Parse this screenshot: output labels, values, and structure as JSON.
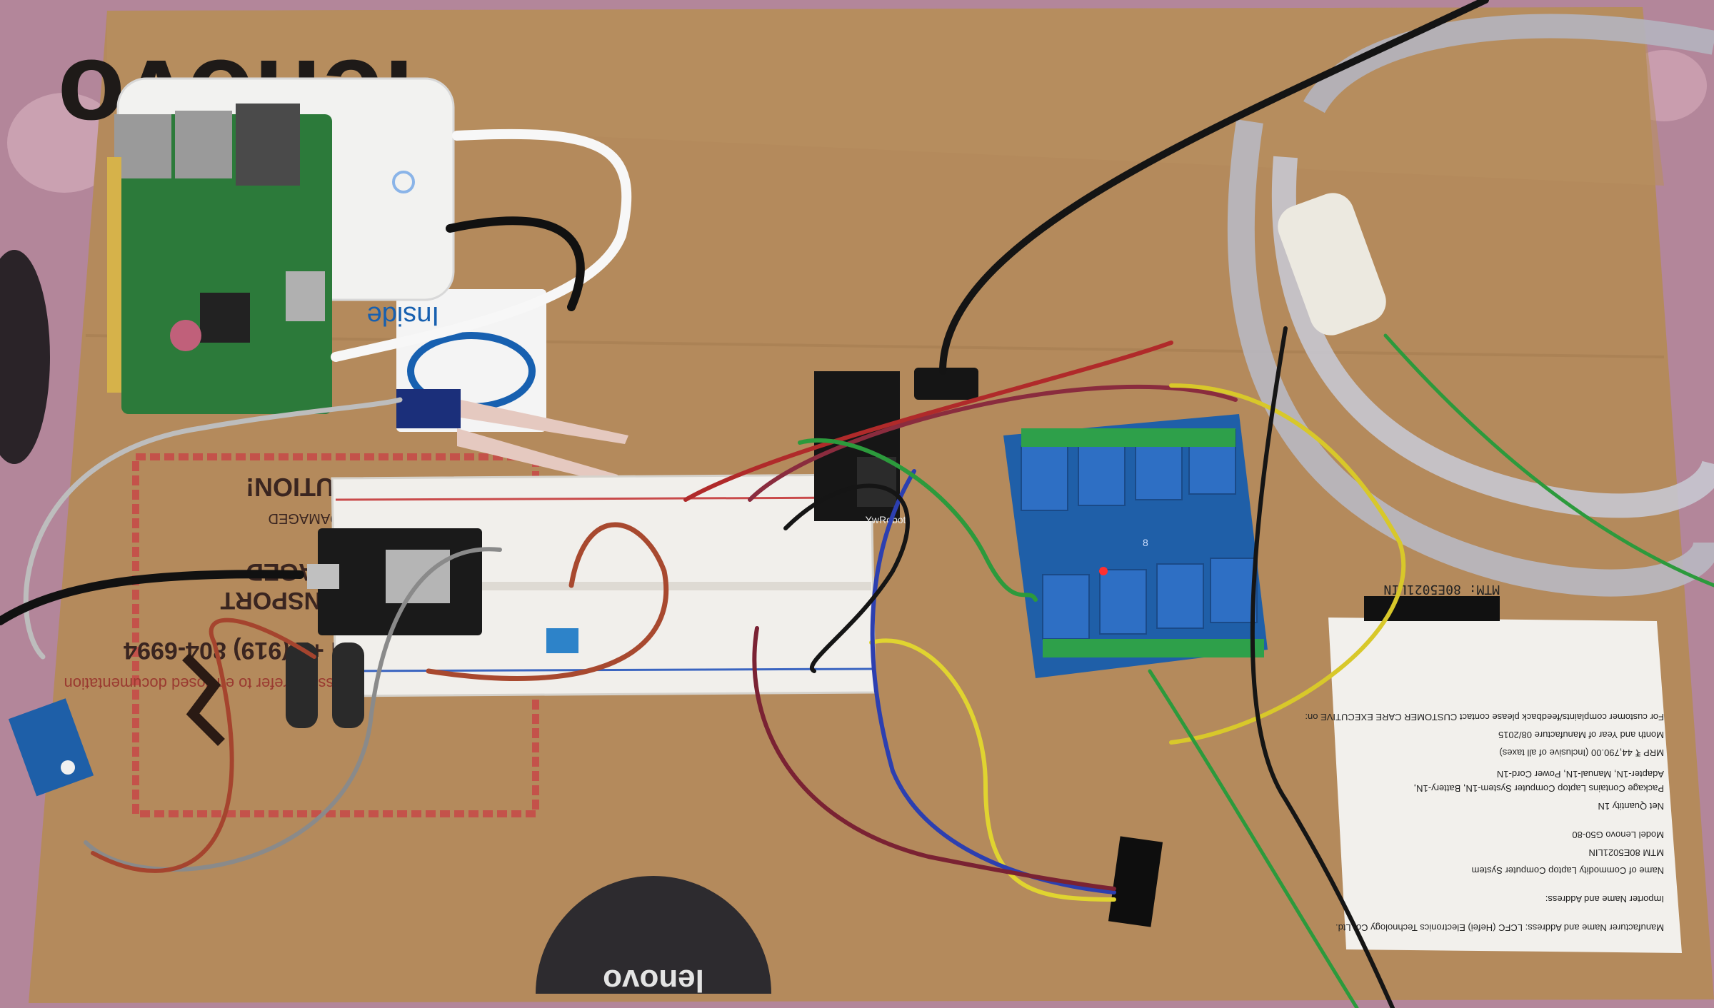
{
  "box": {
    "brand_top": "lenovo",
    "brand_bottom": "lenovo",
    "warning_phone": "call +1 (919) 804-6994",
    "warning_line_1": "TRANSPORT",
    "warning_line_2": "DAMAGED",
    "warning_line_3": "IF DAMAGED",
    "warning_doc": "For damaged/missing issues refer to enclosed documentation",
    "caution": "CAUTION!",
    "sticker": "Inside"
  },
  "label": {
    "mtm_barcode": "MTM: 80E5021LIN",
    "lines": [
      "Manufacturer Name and Address: LCFC (Hefei) Electronics Technology Co. Ltd.",
      "Importer Name and Address:",
      "Name of Commodity    Laptop Computer System",
      "MTM    80E5021LIN",
      "Model    Lenovo G50-80",
      "Net Quantity    1N",
      "Package Contains    Laptop Computer System-1N, Battery-1N,",
      "Adapter-1N, Manual-1N, Power Cord-1N",
      "MRP    ₹ 44,790.00 (Inclusive of all taxes)",
      "Month and Year of Manufacture    08/2015",
      "For customer complaints/feedback please contact CUSTOMER CARE EXECUTIVE on:"
    ]
  },
  "boards": {
    "power_module_text": "YwRobot",
    "relay_count": "8"
  }
}
